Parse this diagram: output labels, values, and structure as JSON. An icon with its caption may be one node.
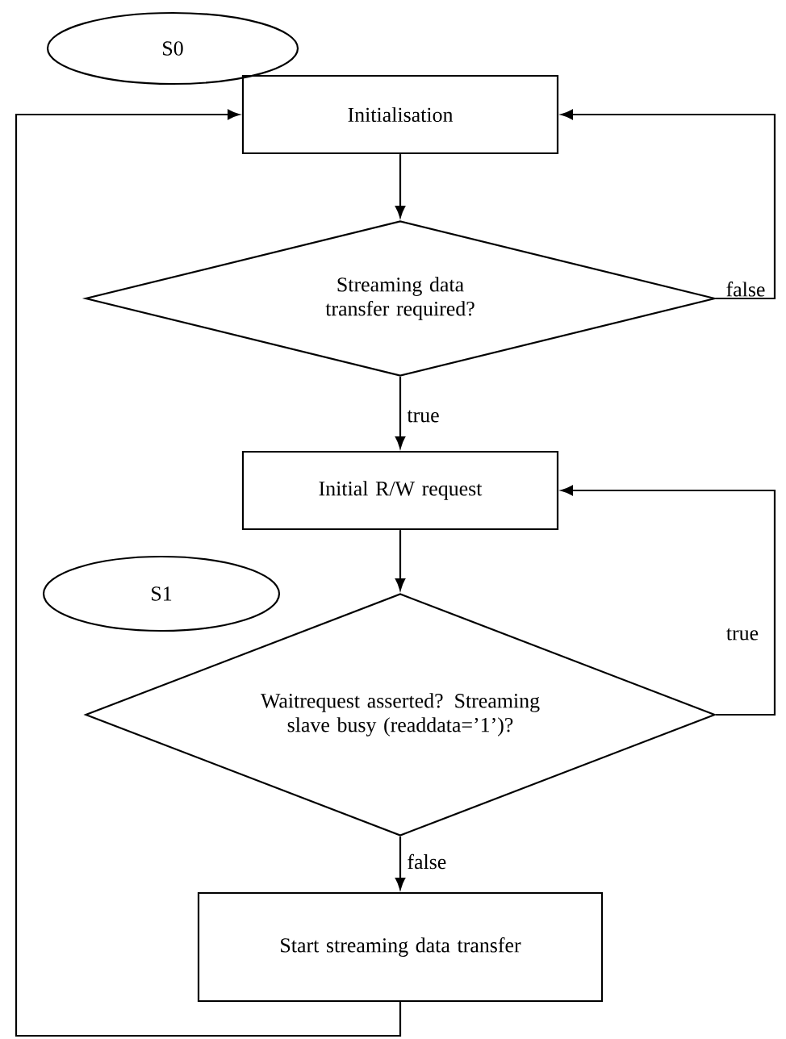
{
  "diagram": {
    "nodes": [
      {
        "text": [
          "S0"
        ]
      },
      {
        "text": [
          "Initialisation"
        ]
      },
      {
        "text": [
          "Streaming data transfer required?"
        ]
      },
      {
        "text": [
          "Initial R/W request"
        ]
      },
      {
        "text": [
          "S1"
        ]
      },
      {
        "text": [
          "Waitrequest asserted? Streaming slave busy (readdata=’1’)?"
        ]
      },
      {
        "text": [
          "Start streaming data transfer"
        ]
      }
    ],
    "edges": [
      {
        "from": 1,
        "to": 2,
        "arrow": "to"
      },
      {
        "from": 2,
        "to": 3,
        "arrow": "to",
        "label": "true"
      },
      {
        "from": 2,
        "to": 1,
        "arrow": "to",
        "label": "false"
      },
      {
        "from": 3,
        "to": 5,
        "arrow": "to"
      },
      {
        "from": 5,
        "to": 3,
        "arrow": "to",
        "label": "true"
      },
      {
        "from": 5,
        "to": 6,
        "arrow": "to",
        "label": "false"
      },
      {
        "from": 6,
        "to": 1,
        "arrow": "to"
      }
    ]
  }
}
